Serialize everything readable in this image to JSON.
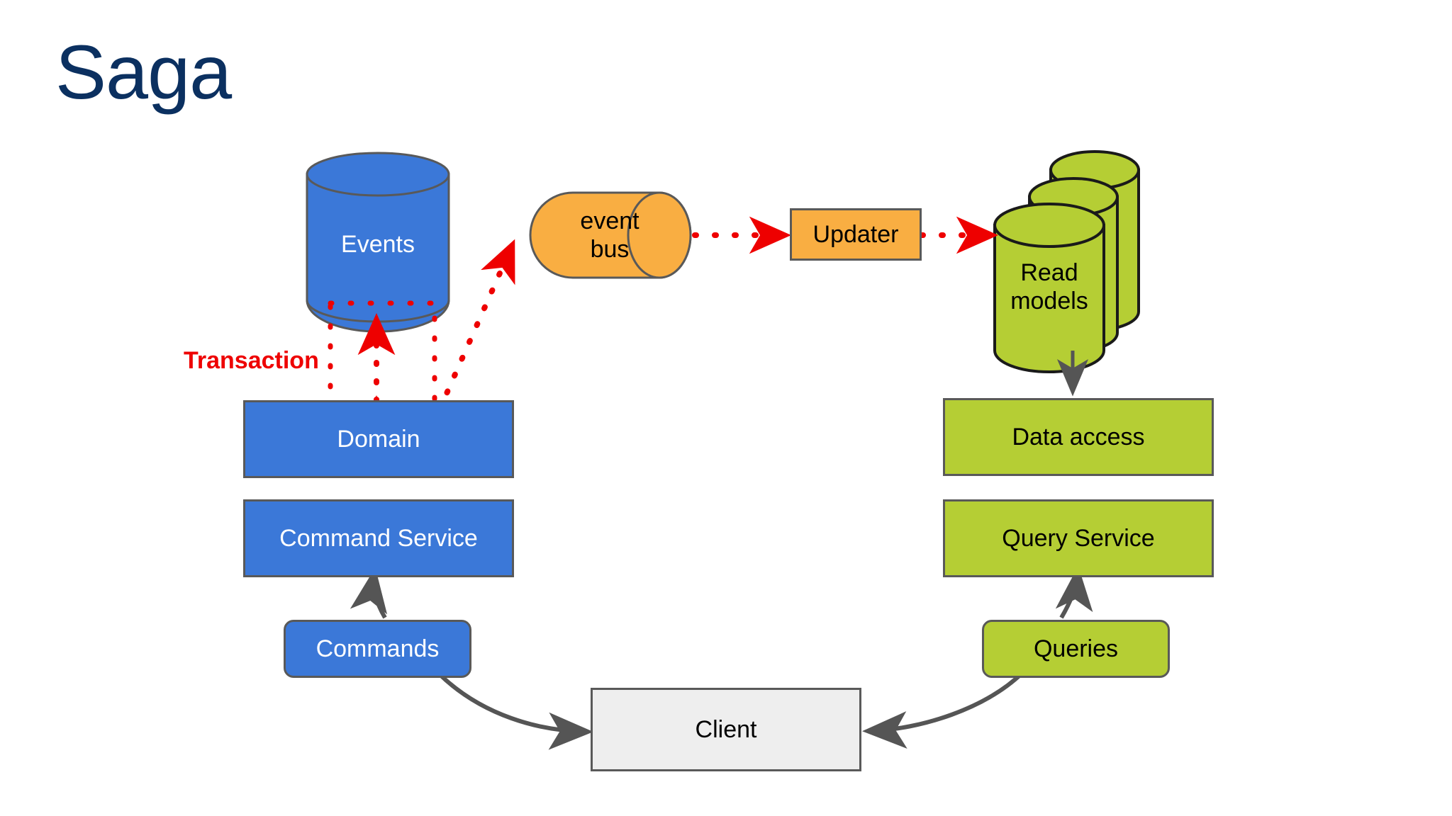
{
  "slide": {
    "title": "Saga",
    "title_color": "#0b3060",
    "background": "#ffffff"
  },
  "palette": {
    "blue": "#3b78d8",
    "green": "#b5ce34",
    "orange": "#f9ae42",
    "grey": "#eeeeee",
    "outline": "#595959",
    "arrow": "#555555",
    "transaction_red": "#ee0000"
  },
  "nodes": {
    "events_store": {
      "label": "Events",
      "shape": "cylinder",
      "color": "blue"
    },
    "event_bus": {
      "label": "event\nbus",
      "shape": "horizontal-cylinder",
      "color": "orange"
    },
    "updater": {
      "label": "Updater",
      "shape": "rectangle",
      "color": "orange"
    },
    "read_models": {
      "label": "Read\nmodels",
      "shape": "cylinder-stack",
      "color": "green"
    },
    "domain": {
      "label": "Domain",
      "shape": "rectangle",
      "color": "blue"
    },
    "command_service": {
      "label": "Command Service",
      "shape": "rectangle",
      "color": "blue"
    },
    "commands": {
      "label": "Commands",
      "shape": "rounded-rectangle",
      "color": "blue"
    },
    "client": {
      "label": "Client",
      "shape": "rectangle",
      "color": "grey"
    },
    "queries": {
      "label": "Queries",
      "shape": "rounded-rectangle",
      "color": "green"
    },
    "query_service": {
      "label": "Query Service",
      "shape": "rectangle",
      "color": "green"
    },
    "data_access": {
      "label": "Data access",
      "shape": "rectangle",
      "color": "green"
    }
  },
  "annotations": {
    "transaction_label": "Transaction"
  },
  "edges": [
    {
      "from": "domain",
      "to": "events_store",
      "style": "dotted-red",
      "direction": "both"
    },
    {
      "from": "domain",
      "to": "event_bus",
      "style": "dotted-red",
      "direction": "to"
    },
    {
      "from": "event_bus",
      "to": "updater",
      "style": "dotted-red",
      "direction": "to"
    },
    {
      "from": "updater",
      "to": "read_models",
      "style": "dotted-red",
      "direction": "to"
    },
    {
      "from": "read_models",
      "to": "data_access",
      "style": "solid-grey",
      "direction": "to"
    },
    {
      "from": "data_access",
      "to": "query_service",
      "style": "none",
      "direction": "none"
    },
    {
      "from": "queries",
      "to": "query_service",
      "style": "solid-grey",
      "direction": "to"
    },
    {
      "from": "client",
      "to": "queries",
      "style": "solid-grey",
      "direction": "to"
    },
    {
      "from": "commands",
      "to": "command_service",
      "style": "solid-grey",
      "direction": "to"
    },
    {
      "from": "commands",
      "to": "client",
      "style": "solid-grey",
      "direction": "to"
    }
  ]
}
